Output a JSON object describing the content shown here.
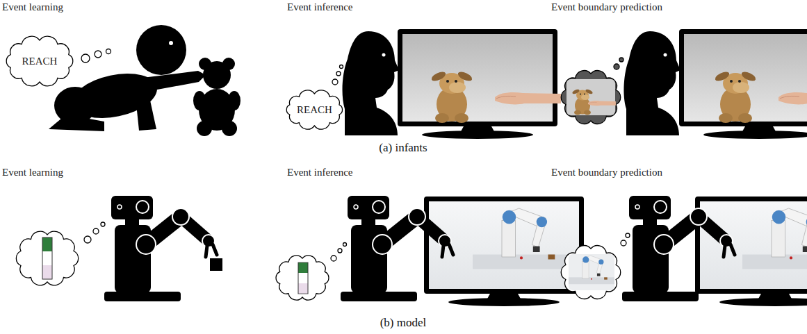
{
  "diagram": {
    "nodes": [
      {
        "text": [
          "REACH"
        ]
      },
      {
        "text": [
          "REACH"
        ]
      }
    ],
    "labels": [
      "Event learning",
      "Event inference",
      "Event boundary prediction",
      "(a) infants",
      "Event learning",
      "Event inference",
      "Event boundary prediction",
      "(b) model"
    ]
  }
}
